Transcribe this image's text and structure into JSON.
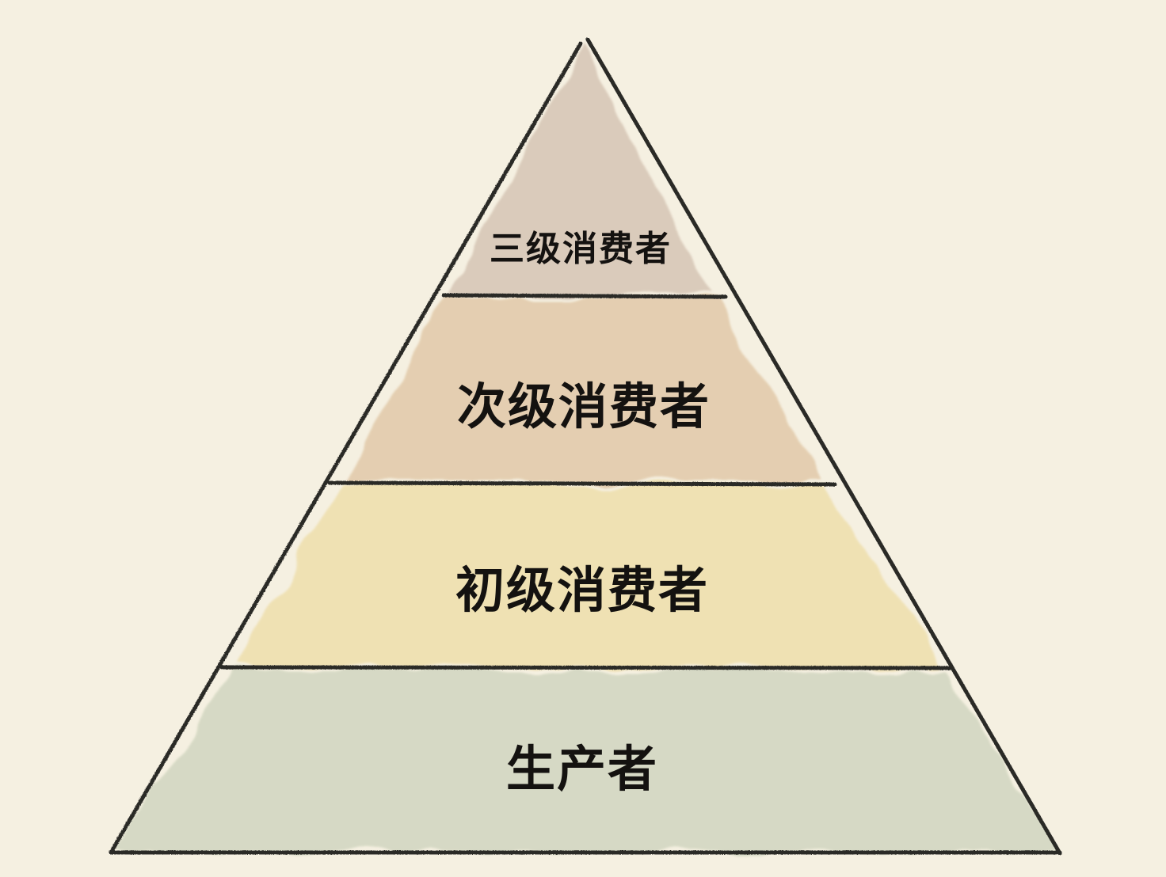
{
  "diagram": {
    "type": "pyramid",
    "title": "",
    "background_color": "#f5f0e1",
    "outline_color": "#2b2a28",
    "layers": [
      {
        "label": "三级消费者",
        "color": "#d8c8b8",
        "font_size": 44
      },
      {
        "label": "次级消费者",
        "color": "#e3ccad",
        "font_size": 62
      },
      {
        "label": "初级消费者",
        "color": "#efe0b0",
        "font_size": 62
      },
      {
        "label": "生产者",
        "color": "#d4d8c3",
        "font_size": 62
      }
    ]
  }
}
